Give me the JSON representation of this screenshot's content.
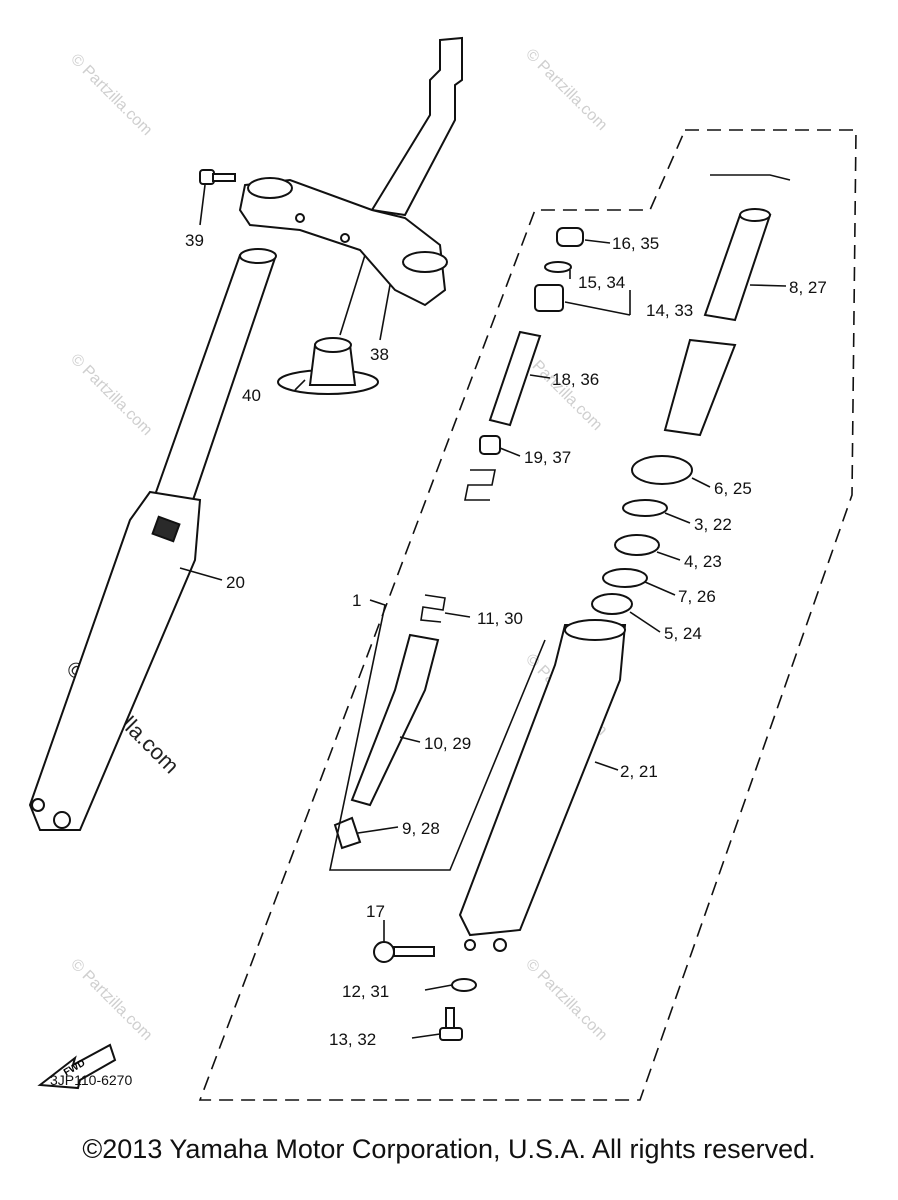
{
  "watermark": "© Partzilla.com",
  "diagram_code": "3JP110-6270",
  "fwd_label": "FWD",
  "copyright": "©2013 Yamaha Motor Corporation, U.S.A. All rights reserved.",
  "callouts": [
    "39",
    "38",
    "40",
    "20",
    "1",
    "16, 35",
    "15, 34",
    "14, 33",
    "18, 36",
    "19, 37",
    "11, 30",
    "10, 29",
    "9, 28",
    "8, 27",
    "6, 25",
    "3, 22",
    "4, 23",
    "7, 26",
    "5, 24",
    "2, 21",
    "17",
    "12, 31",
    "13, 32"
  ]
}
